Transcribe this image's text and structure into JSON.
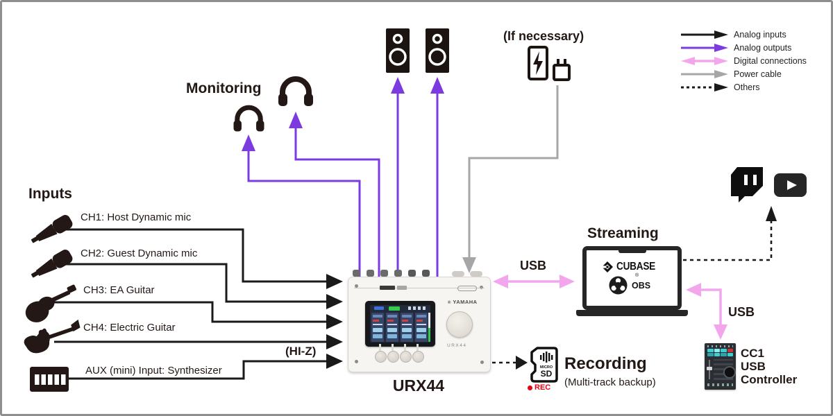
{
  "legend": {
    "items": [
      {
        "label": "Analog inputs",
        "color": "#1a1a1a",
        "style": "solid",
        "double": false
      },
      {
        "label": "Analog outputs",
        "color": "#7b3be0",
        "style": "solid",
        "double": false
      },
      {
        "label": "Digital connections",
        "color": "#f2a7ed",
        "style": "solid",
        "double": true
      },
      {
        "label": "Power cable",
        "color": "#a6a6a6",
        "style": "solid",
        "double": false
      },
      {
        "label": "Others",
        "color": "#1a1a1a",
        "style": "dashed",
        "double": false
      }
    ]
  },
  "top": {
    "if_necessary": "(If necessary)"
  },
  "monitoring": {
    "title": "Monitoring"
  },
  "inputs": {
    "title": "Inputs",
    "hi_z": "(HI-Z)",
    "channels": [
      {
        "icon": "dynamic-mic",
        "label": "CH1: Host Dynamic mic"
      },
      {
        "icon": "dynamic-mic",
        "label": "CH2: Guest Dynamic mic"
      },
      {
        "icon": "acoustic-guitar",
        "label": "CH3: EA Guitar"
      },
      {
        "icon": "electric-guitar",
        "label": "CH4: Electric Guitar"
      },
      {
        "icon": "synthesizer-keyboard",
        "label": "AUX (mini) Input: Synthesizer"
      }
    ]
  },
  "device": {
    "label": "URX44",
    "brand": "YAMAHA",
    "model": "URX44"
  },
  "conn": {
    "usb_main": "USB",
    "usb_ctrl": "USB"
  },
  "streaming": {
    "title": "Streaming",
    "cubase": "CUBASE",
    "obs": "OBS",
    "reg_mark": "®"
  },
  "social": {
    "icons": [
      "twitch",
      "youtube"
    ]
  },
  "recording": {
    "title": "Recording",
    "subtitle": "(Multi-track backup)",
    "micro": "MICRO",
    "sd": "SD",
    "rec": "REC"
  },
  "controller": {
    "lines": [
      "CC1",
      "USB",
      "Controller"
    ]
  },
  "colors": {
    "analog_input": "#1a1a1a",
    "analog_output": "#7b3be0",
    "digital": "#f2a7ed",
    "power": "#a6a6a6",
    "rec_red": "#e60012"
  }
}
